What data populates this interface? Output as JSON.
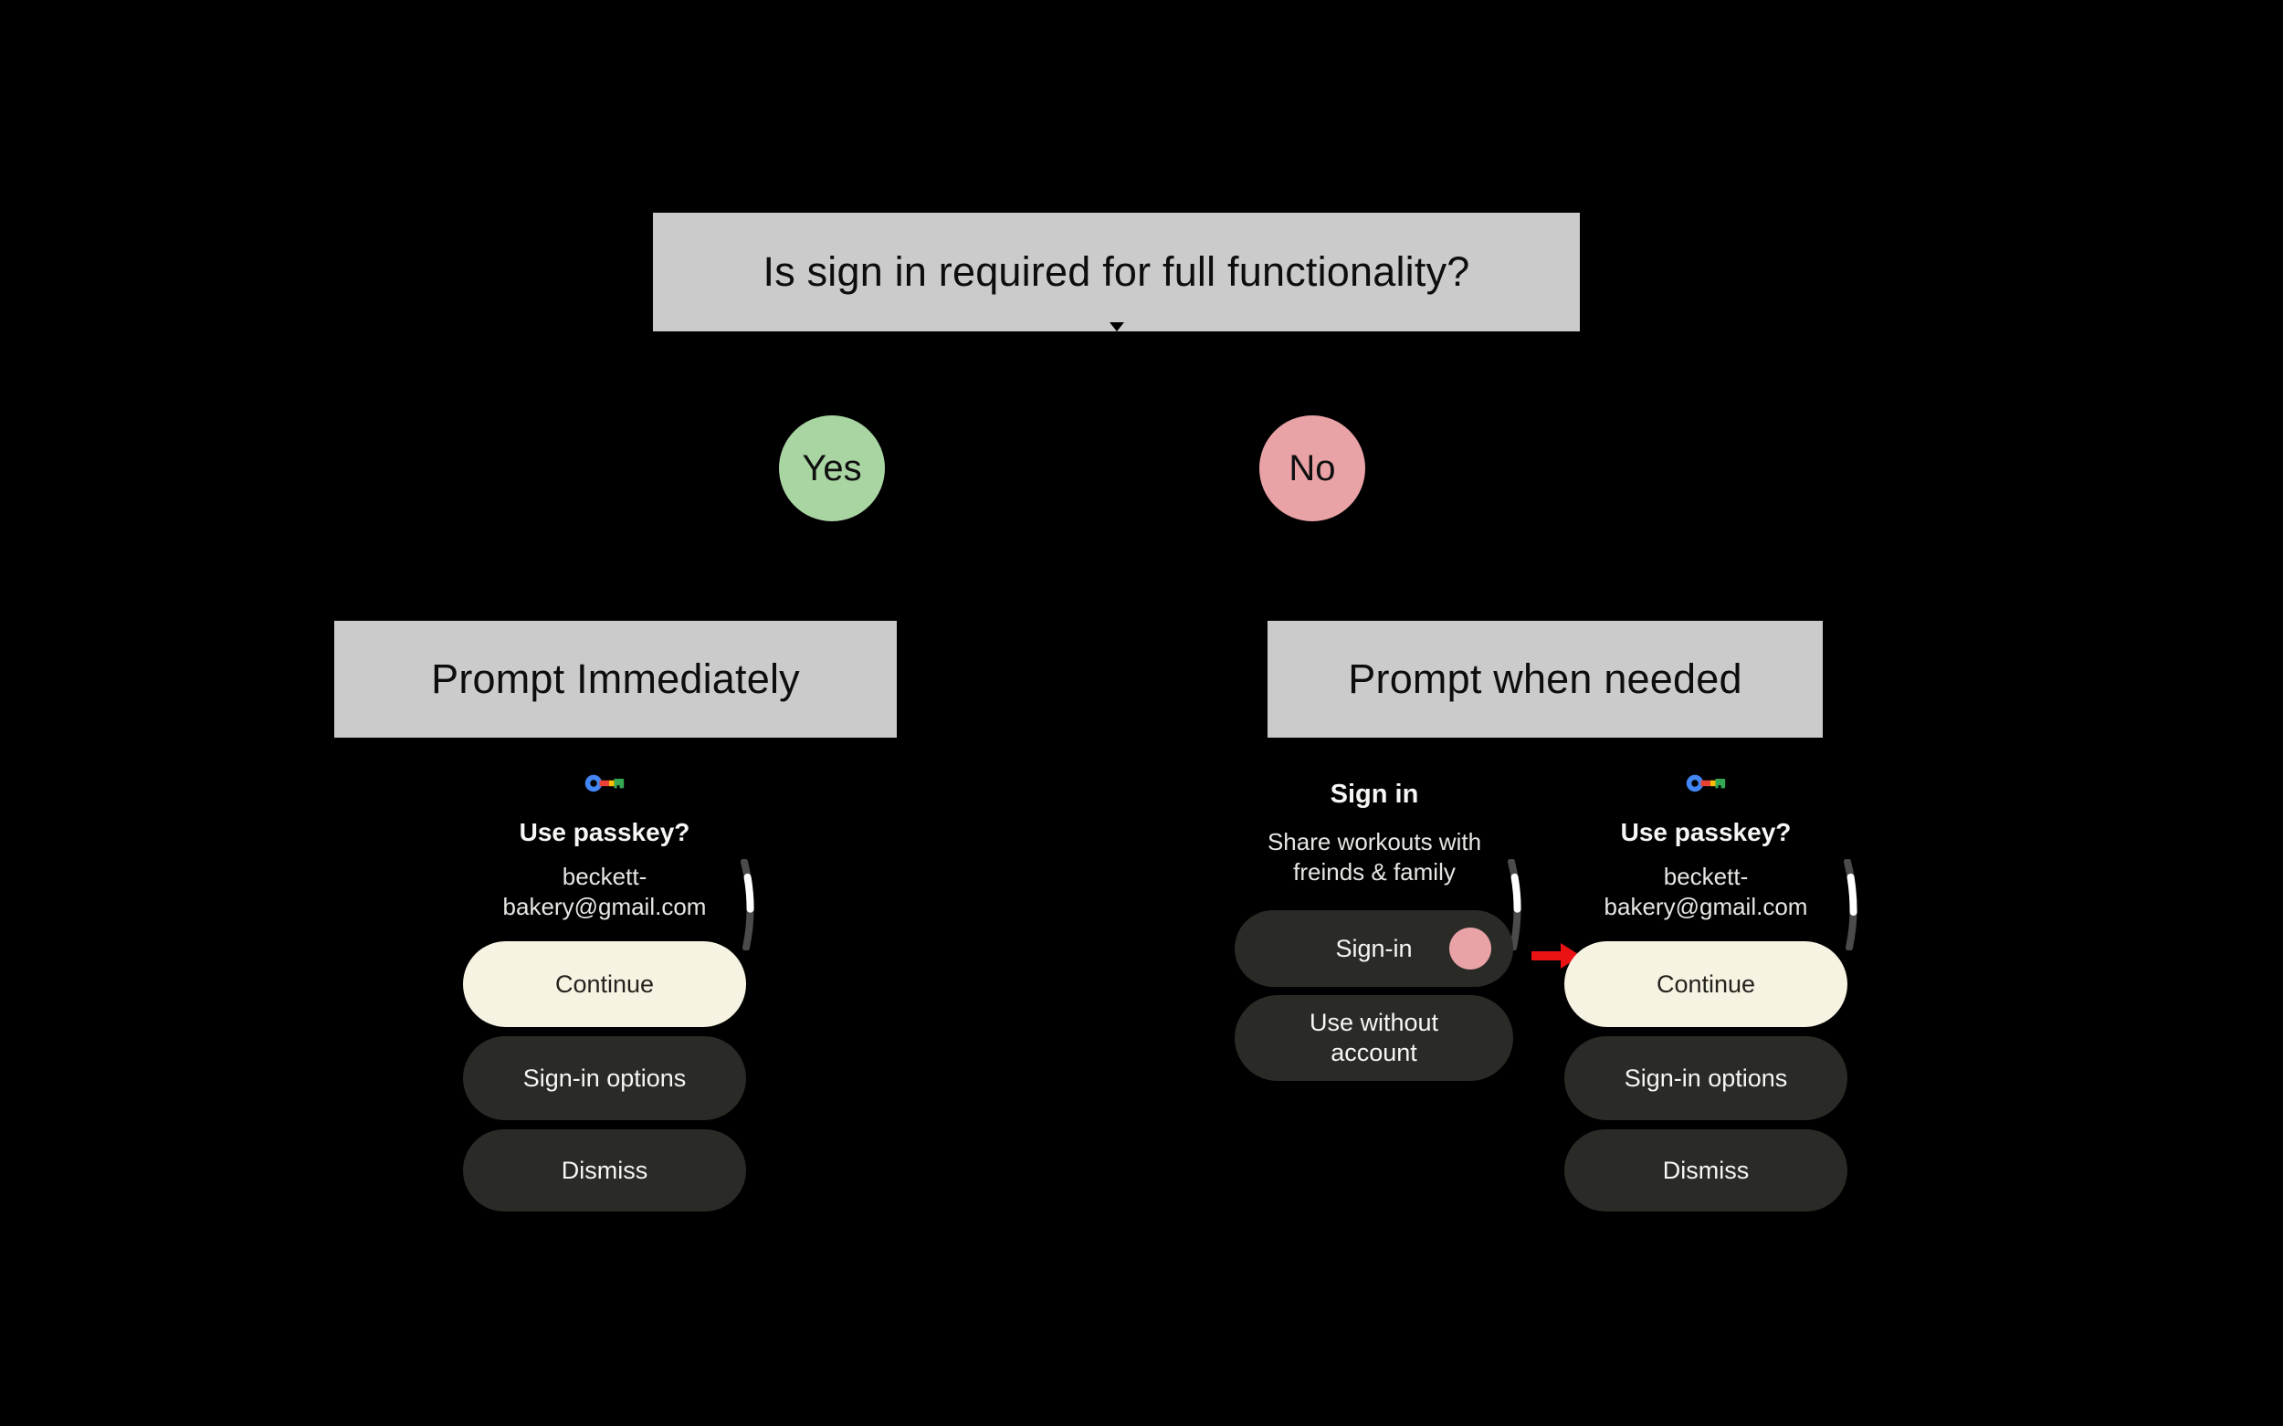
{
  "colors": {
    "background": "#000000",
    "node_gray": "#cbcbcb",
    "yes_green": "#a8d5a2",
    "no_pink": "#e9a2a6",
    "primary_button_cream": "#f7f3e3",
    "secondary_button_dark": "#2a2a27",
    "arrow_red": "#ea1212",
    "passkey_icon_blue": "#4285F4",
    "passkey_icon_red": "#EA4335",
    "passkey_icon_yellow": "#FBBC04",
    "passkey_icon_green": "#34A853",
    "scroll_track_gray": "#4b4b4b",
    "scroll_thumb_white": "#ffffff"
  },
  "flowchart": {
    "question": "Is sign in required for full functionality?",
    "yes_label": "Yes",
    "no_label": "No",
    "yes_outcome": "Prompt Immediately",
    "no_outcome": "Prompt when needed"
  },
  "passkey_screen": {
    "icon": "passkey-icon",
    "scroll_icon": "scroll-indicator",
    "title": "Use passkey?",
    "email_line1": "beckett-",
    "email_line2": "bakery@gmail.com",
    "continue_label": "Continue",
    "signin_options_label": "Sign-in options",
    "dismiss_label": "Dismiss"
  },
  "signin_screen": {
    "scroll_icon": "scroll-indicator",
    "notification_dot": "notification-dot",
    "title": "Sign in",
    "description_line1": "Share workouts with",
    "description_line2": "freinds & family",
    "signin_label": "Sign-in",
    "use_without_line1": "Use without",
    "use_without_line2": "account"
  }
}
